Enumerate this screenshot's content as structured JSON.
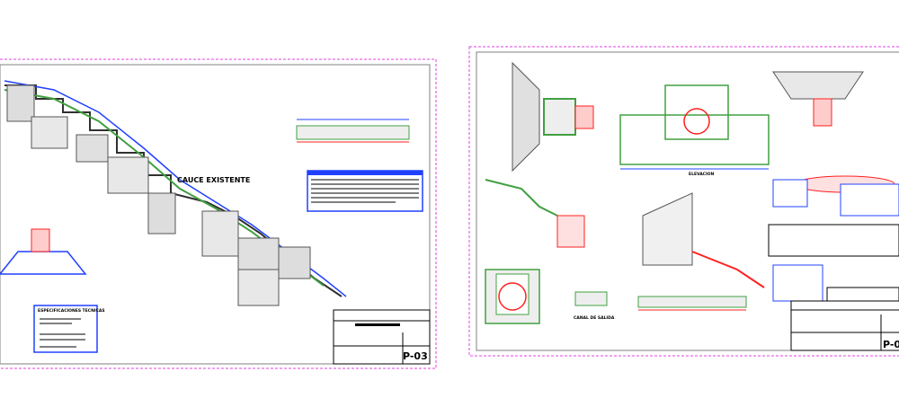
{
  "sheets": [
    {
      "labels": {
        "channel": "CAUCE EXISTENTE",
        "specs_title": "ESPECIFICACIONES TECNICAS",
        "sheet_number": "P-03"
      }
    },
    {
      "labels": {
        "elevation": "ELEVACION",
        "outlet_channel": "CANAL DE SALIDA",
        "sheet_number": "P-0"
      }
    }
  ],
  "colors": {
    "sheet_border": "#e040e0",
    "frame": "#808080",
    "dimension": "#2040ff",
    "concrete": "#40a040",
    "pipe": "#ff2020"
  }
}
